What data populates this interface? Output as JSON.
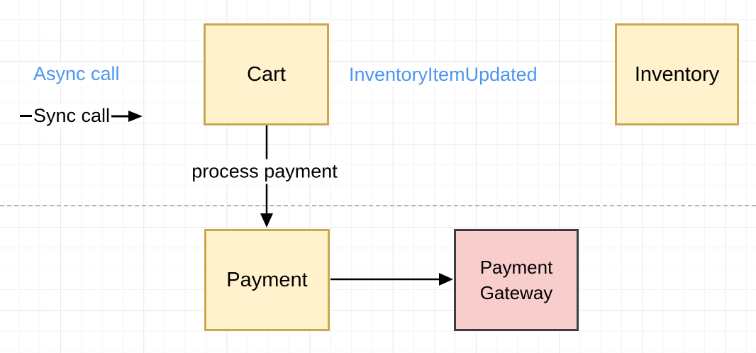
{
  "legend": {
    "async_label": "Async call",
    "sync_label": "Sync call"
  },
  "event_label": "InventoryItemUpdated",
  "edge_label": "process payment",
  "nodes": {
    "cart": {
      "label": "Cart"
    },
    "inventory": {
      "label": "Inventory"
    },
    "payment": {
      "label": "Payment"
    },
    "payment_gateway": {
      "label": "Payment Gateway"
    }
  },
  "colors": {
    "async_text": "#4D96F0",
    "node_yellow_fill": "#FFF2CC",
    "node_yellow_border": "#C9A84F",
    "node_pink_fill": "#F8CECC",
    "node_pink_border": "#3D3D3D",
    "edge_stroke": "#000000",
    "separator": "#B5B5B5"
  }
}
